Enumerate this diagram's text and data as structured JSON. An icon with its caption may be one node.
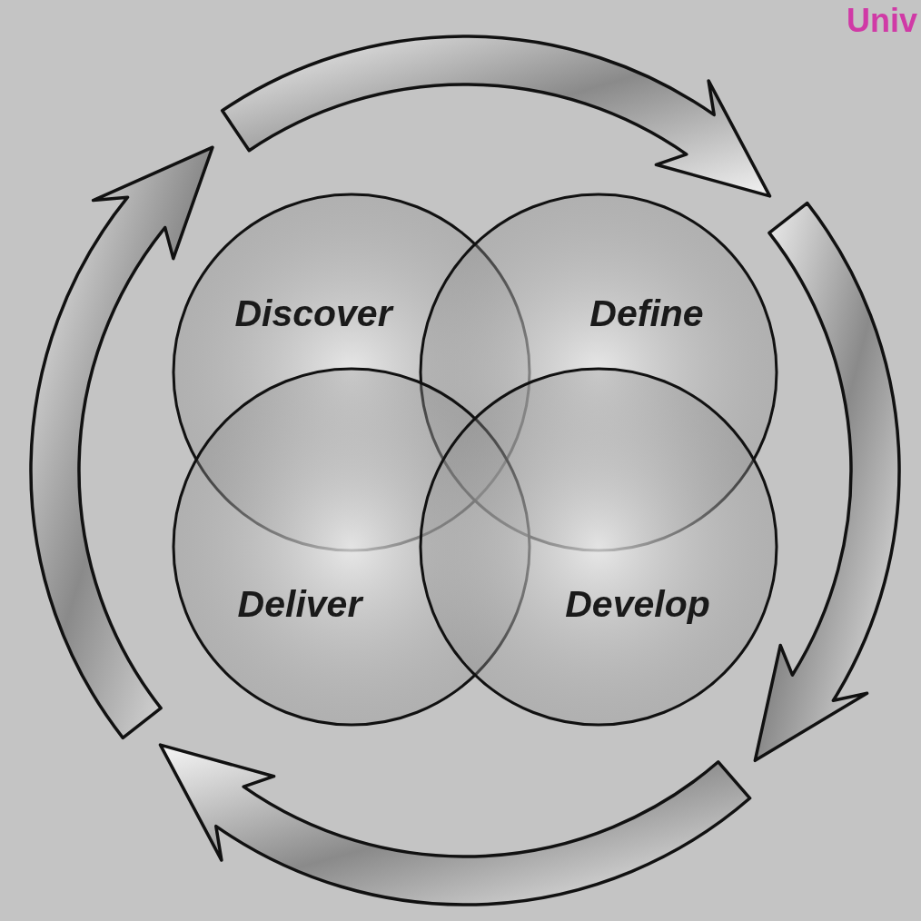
{
  "diagram": {
    "nodes": [
      {
        "text": [
          "Discover"
        ]
      },
      {
        "text": [
          "Define"
        ]
      },
      {
        "text": [
          "Deliver"
        ]
      },
      {
        "text": [
          "Develop"
        ]
      }
    ],
    "labels": [
      "Univ"
    ]
  }
}
